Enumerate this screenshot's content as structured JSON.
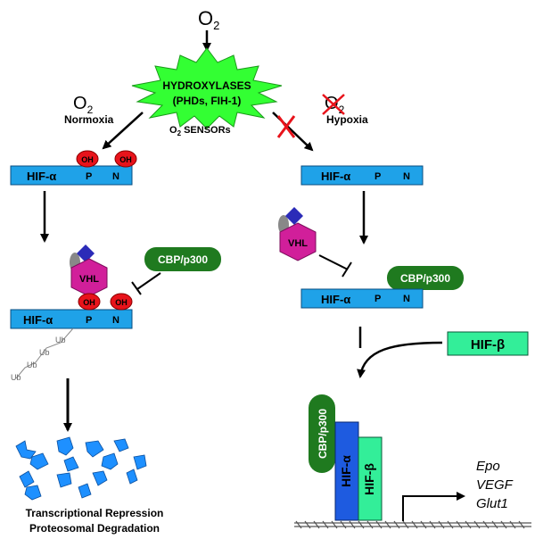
{
  "top": {
    "o2_main": "O",
    "o2_main_sub": "2"
  },
  "hydroxylases": {
    "line1": "HYDROXYLASES",
    "line2": "(PHDs, FIH-1)",
    "sensors": "O",
    "sensors_sub": "2",
    "sensors_rest": " SENSORs"
  },
  "normoxia": {
    "o2": "O",
    "o2_sub": "2",
    "label": "Normoxia"
  },
  "hypoxia": {
    "o2": "O",
    "o2_sub": "2",
    "label": "Hypoxia"
  },
  "hif_alpha": "HIF-α",
  "site_p": "P",
  "site_n": "N",
  "oh": "OH",
  "vhl": "VHL",
  "cbp": "CBP/p300",
  "ub": "Ub",
  "hif_beta": "HIF-β",
  "complex": {
    "cbp": "CBP/p300",
    "hif_alpha": "HIF-α",
    "hif_beta": "HIF-β"
  },
  "outcome": {
    "line1": "Transcriptional Repression",
    "line2": "Proteosomal Degradation"
  },
  "genes": [
    "Epo",
    "VEGF",
    "Glut1"
  ],
  "colors": {
    "hif_bar": "#1fa2e8",
    "cbp": "#1f7a1f",
    "vhl": "#d11f9a",
    "oh": "#e8131b",
    "burst": "#33ff33",
    "hif_beta": "#33ee99",
    "fragment": "#1e90ff",
    "dna": "#555555"
  }
}
